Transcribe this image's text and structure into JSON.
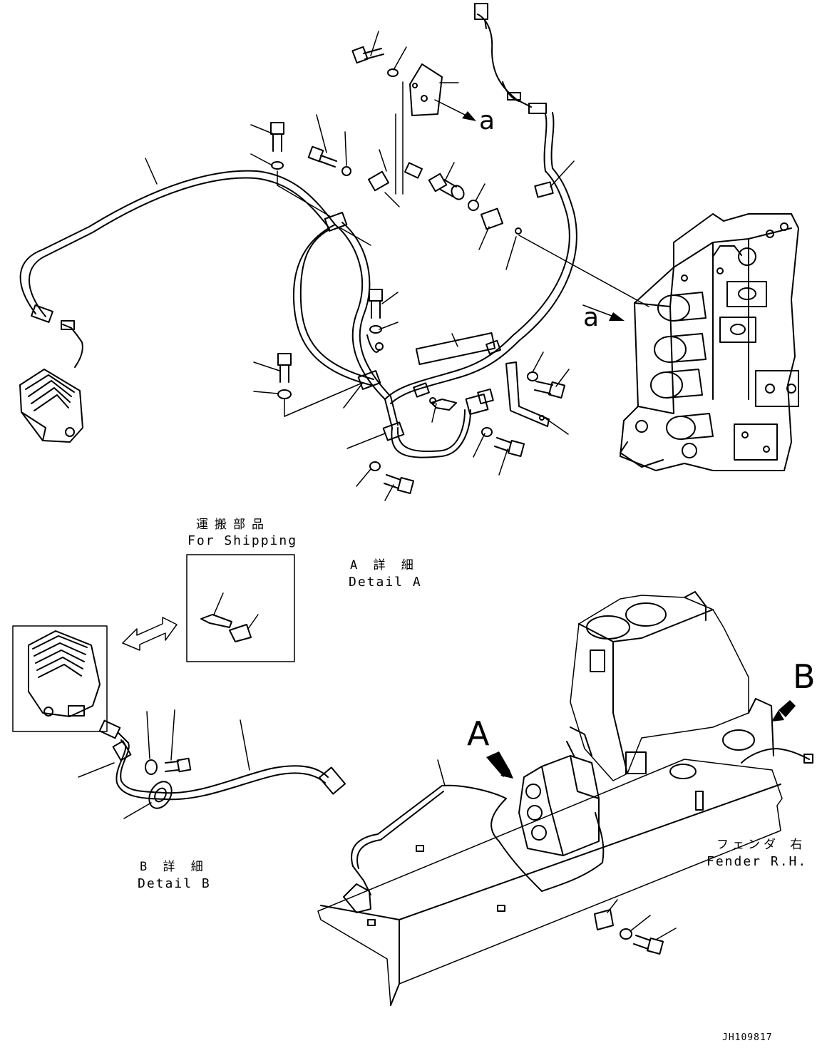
{
  "labels": {
    "for_shipping_jp": "運搬部品",
    "for_shipping_en": "For Shipping",
    "detail_a_jp": "A 詳 細",
    "detail_a_en": "Detail A",
    "detail_b_jp": "B 詳 細",
    "detail_b_en": "Detail B",
    "fender_jp": "フェンダ 右",
    "fender_en": "Fender R.H.",
    "marker_a_small_1": "a",
    "marker_a_small_2": "a",
    "marker_a_big": "A",
    "marker_b_big": "B",
    "drawing_code": "JH109817"
  },
  "colors": {
    "line": "#000000",
    "background": "#ffffff"
  }
}
